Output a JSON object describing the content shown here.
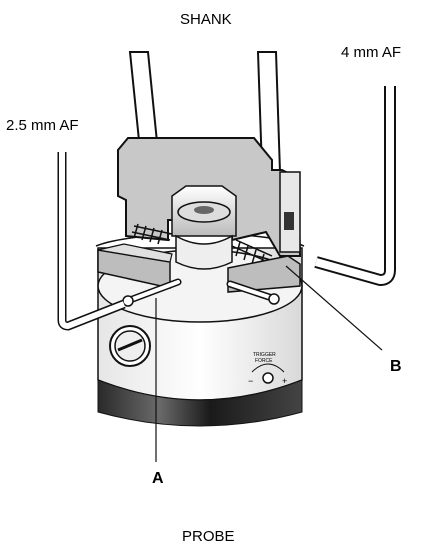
{
  "labels": {
    "shank": "SHANK",
    "key_4mm": "4 mm AF",
    "key_2_5mm": "2.5 mm AF",
    "callout_a": "A",
    "callout_b": "B",
    "probe": "PROBE",
    "trigger_force_line1": "TRIGGER",
    "trigger_force_line2": "FORCE",
    "minus": "−",
    "plus": "+"
  },
  "colors": {
    "cutaway_fill": "#c8c8c8",
    "outline": "#111111",
    "body_dark": "#1a1a1a",
    "body_light": "#f2f2f2"
  }
}
